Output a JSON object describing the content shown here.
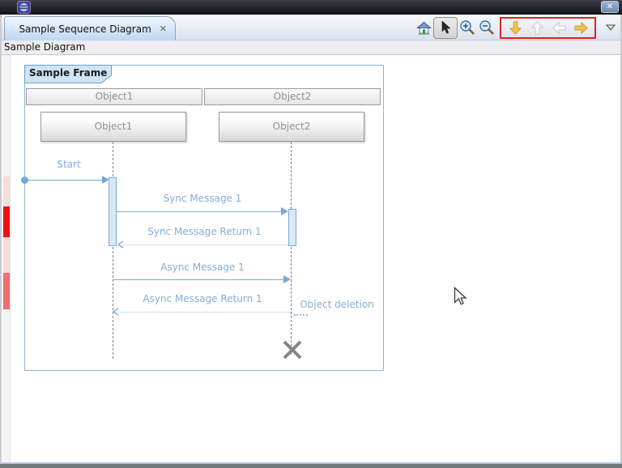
{
  "titlebar": {
    "app_icon": "eclipse-logo",
    "close_glyph": "✕"
  },
  "tab": {
    "title": "Sample Sequence Diagram",
    "close_glyph": "✕",
    "icon": "diagram-window-icon"
  },
  "toolbar": {
    "icons": [
      "home",
      "select-cursor",
      "zoom-in",
      "zoom-out",
      "nav-down",
      "nav-up",
      "nav-back",
      "nav-forward",
      "view-menu-dropdown"
    ],
    "highlight_box_color": "#dd2323"
  },
  "breadcrumb": "Sample Diagram",
  "diagram": {
    "frame_label": "Sample Frame",
    "objects": [
      {
        "header": "Object1",
        "box": "Object1"
      },
      {
        "header": "Object2",
        "box": "Object2"
      }
    ],
    "messages": {
      "start": "Start",
      "sync1": "Sync Message 1",
      "sync1_return": "Sync Message Return 1",
      "async1": "Async Message 1",
      "async1_return": "Async Message Return 1",
      "deletion": "Object deletion"
    },
    "colors": {
      "accent": "#7aa9d0",
      "message_label": "#85aed6",
      "deletion_cross": "#848484",
      "time_bar_red": "#e81212",
      "time_bar_salmon": "#ef6e6e",
      "time_bar_pink": "#f7dede"
    }
  }
}
